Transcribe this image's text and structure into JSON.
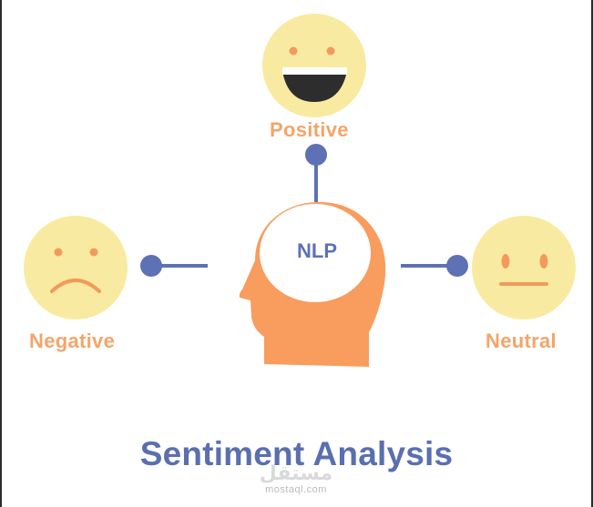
{
  "labels": {
    "positive": "Positive",
    "negative": "Negative",
    "neutral": "Neutral",
    "center": "NLP"
  },
  "title": "Sentiment Analysis",
  "watermark": {
    "arabic": "مستقل",
    "url": "mostaql.com"
  },
  "icons": {
    "positive": "happy-face-icon",
    "negative": "sad-face-icon",
    "neutral": "neutral-face-icon",
    "center": "head-silhouette-icon"
  },
  "colors": {
    "face_fill": "#f9eaa1",
    "face_feature": "#f29a5b",
    "label_orange": "#f3a56a",
    "head_orange": "#f89d5e",
    "connector_blue": "#5e71b5",
    "title_blue": "#5a6fb1",
    "mouth_dark": "#2d2d2d"
  }
}
